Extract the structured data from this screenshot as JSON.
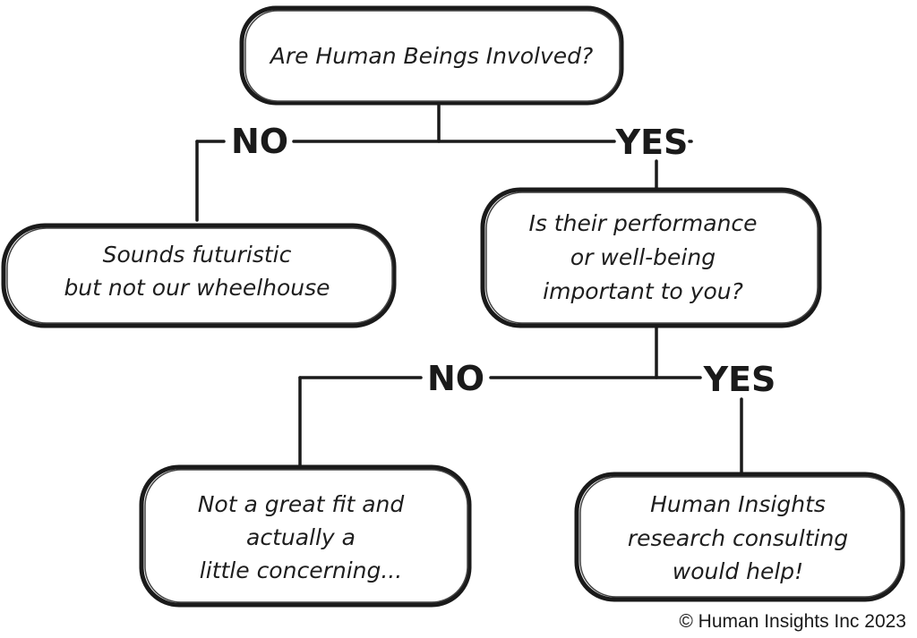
{
  "flowchart": {
    "root_question": "Are Human Beings Involved?",
    "branch1": {
      "no_label": "NO",
      "yes_label": "YES"
    },
    "no_outcome": {
      "lines": [
        "Sounds futuristic",
        "but not our wheelhouse"
      ]
    },
    "second_question": {
      "lines": [
        "Is their performance",
        "or well-being",
        "important to you?"
      ]
    },
    "branch2": {
      "no_label": "NO",
      "yes_label": "YES"
    },
    "concern_outcome": {
      "lines": [
        "Not a great fit and",
        "actually a",
        "little concerning..."
      ]
    },
    "help_outcome": {
      "lines": [
        "Human Insights",
        "research consulting",
        "would help!"
      ]
    }
  },
  "footer": {
    "copyright": "© Human Insights Inc 2023"
  }
}
